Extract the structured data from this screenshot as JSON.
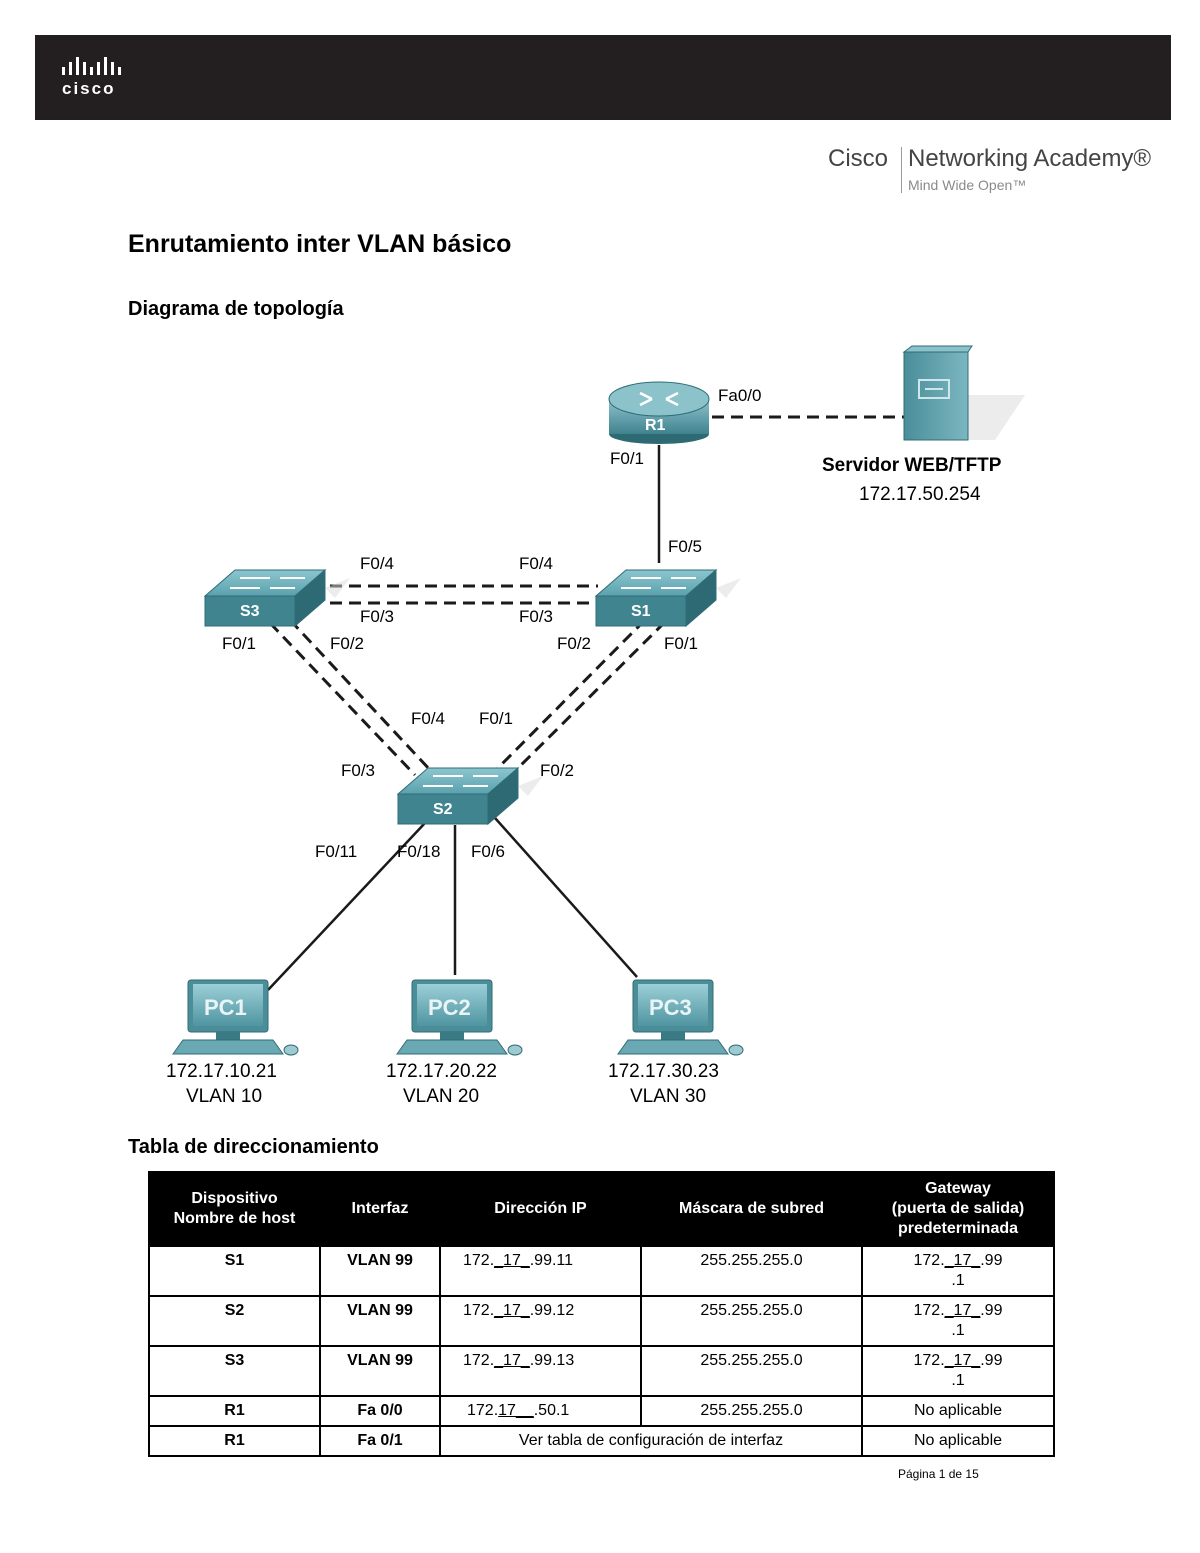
{
  "header": {
    "logo_text": "cisco",
    "academy_brand": "Cisco",
    "academy_name": "Networking Academy®",
    "academy_tagline": "Mind Wide Open™"
  },
  "title": "Enrutamiento inter VLAN básico",
  "section_topology": "Diagrama de topología",
  "section_table": "Tabla de direccionamiento",
  "diagram": {
    "devices": {
      "r1": "R1",
      "s1": "S1",
      "s2": "S2",
      "s3": "S3",
      "pc1": "PC1",
      "pc2": "PC2",
      "pc3": "PC3"
    },
    "server_name": "Servidor WEB/TFTP",
    "server_ip": "172.17.50.254",
    "ports": {
      "r1_fa00": "Fa0/0",
      "r1_f01": "F0/1",
      "s1_f05": "F0/5",
      "s3_f04": "F0/4",
      "s1_f04": "F0/4",
      "s3_f03": "F0/3",
      "s1_f03": "F0/3",
      "s3_f01": "F0/1",
      "s3_f02": "F0/2",
      "s1_f02": "F0/2",
      "s1_f01": "F0/1",
      "s2_f04": "F0/4",
      "s2_f01": "F0/1",
      "s2_f03": "F0/3",
      "s2_f02": "F0/2",
      "s2_f011": "F0/11",
      "s2_f018": "F0/18",
      "s2_f06": "F0/6"
    },
    "pcs": [
      {
        "ip": "172.17.10.21",
        "vlan": "VLAN 10"
      },
      {
        "ip": "172.17.20.22",
        "vlan": "VLAN 20"
      },
      {
        "ip": "172.17.30.23",
        "vlan": "VLAN 30"
      }
    ]
  },
  "table": {
    "headers": {
      "device_line1": "Dispositivo",
      "device_line2": "Nombre de host",
      "interface": "Interfaz",
      "ip": "Dirección IP",
      "mask": "Máscara de subred",
      "gw_line1": "Gateway",
      "gw_line2": "(puerta de salida)",
      "gw_line3": "predeterminada"
    },
    "rows": [
      {
        "device": "S1",
        "interface": "VLAN 99",
        "ip_pre": "172.",
        "ip_fill": "_17_",
        "ip_post": ".99.11",
        "mask": "255.255.255.0",
        "gw_pre": "172.",
        "gw_fill": "_17_",
        "gw_post": ".99",
        "gw_line2": ".1"
      },
      {
        "device": "S2",
        "interface": "VLAN 99",
        "ip_pre": "172.",
        "ip_fill": "_17_",
        "ip_post": ".99.12",
        "mask": "255.255.255.0",
        "gw_pre": "172.",
        "gw_fill": "_17_",
        "gw_post": ".99",
        "gw_line2": ".1"
      },
      {
        "device": "S3",
        "interface": "VLAN 99",
        "ip_pre": "172.",
        "ip_fill": "_17_",
        "ip_post": ".99.13",
        "mask": "255.255.255.0",
        "gw_pre": "172.",
        "gw_fill": "_17_",
        "gw_post": ".99",
        "gw_line2": ".1"
      },
      {
        "device": "R1",
        "interface": "Fa 0/0",
        "ip_pre": "172.",
        "ip_fill": "17__",
        "ip_post": ".50.1",
        "mask": "255.255.255.0",
        "gateway": "No aplicable"
      },
      {
        "device": "R1",
        "interface": "Fa 0/1",
        "merged": "Ver tabla de configuración de interfaz",
        "gateway": "No aplicable"
      }
    ]
  },
  "footer": "Página 1 de 15"
}
